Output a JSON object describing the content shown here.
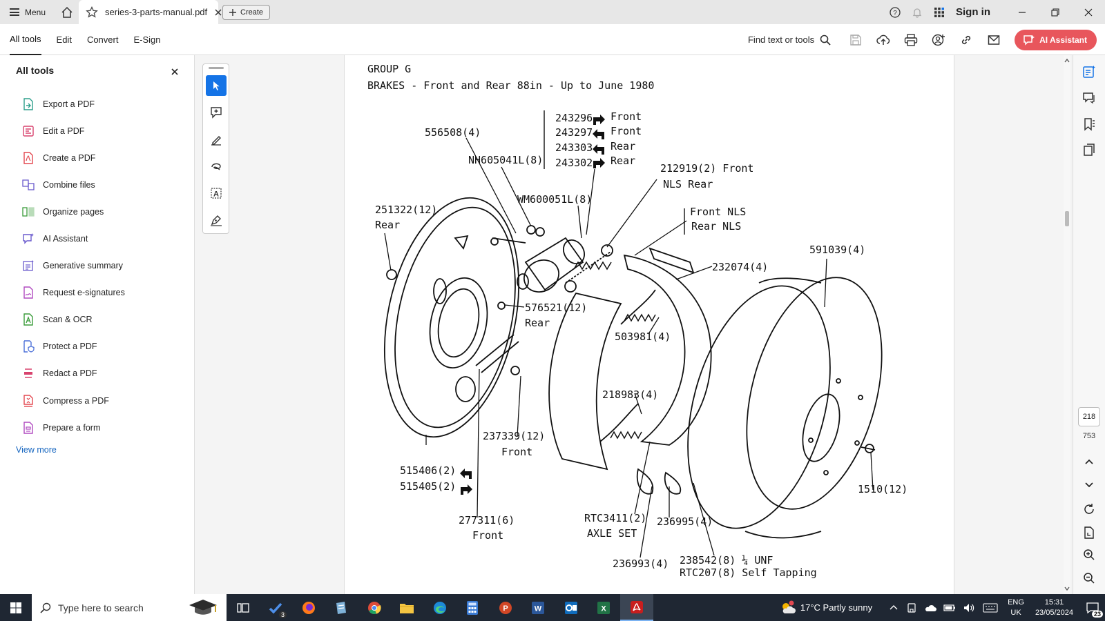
{
  "app": {
    "menu_label": "Menu",
    "tab_name": "series-3-parts-manual.pdf",
    "create_label": "Create",
    "sign_in": "Sign in"
  },
  "toolbar": {
    "tabs": [
      "All tools",
      "Edit",
      "Convert",
      "E-Sign"
    ],
    "active_tab": "All tools",
    "find_label": "Find text or tools",
    "ai_label": "AI Assistant",
    "accent": "#e8565c"
  },
  "sidebar": {
    "title": "All tools",
    "items": [
      {
        "label": "Export a PDF",
        "icon": "export-pdf-icon"
      },
      {
        "label": "Edit a PDF",
        "icon": "edit-pdf-icon"
      },
      {
        "label": "Create a PDF",
        "icon": "create-pdf-icon"
      },
      {
        "label": "Combine files",
        "icon": "combine-files-icon"
      },
      {
        "label": "Organize pages",
        "icon": "organize-pages-icon"
      },
      {
        "label": "AI Assistant",
        "icon": "ai-assistant-icon"
      },
      {
        "label": "Generative summary",
        "icon": "generative-summary-icon"
      },
      {
        "label": "Request e-signatures",
        "icon": "e-signature-icon"
      },
      {
        "label": "Scan & OCR",
        "icon": "scan-ocr-icon"
      },
      {
        "label": "Protect a PDF",
        "icon": "protect-pdf-icon"
      },
      {
        "label": "Redact a PDF",
        "icon": "redact-pdf-icon"
      },
      {
        "label": "Compress a PDF",
        "icon": "compress-pdf-icon"
      },
      {
        "label": "Prepare a form",
        "icon": "prepare-form-icon"
      }
    ],
    "view_more": "View more"
  },
  "document": {
    "group": "GROUP G",
    "title": "BRAKES - Front and Rear 88in - Up to June 1980",
    "labels": {
      "p243296": "243296",
      "p243296_side": "Front",
      "p243297": "243297",
      "p243297_side": "Front",
      "p243303": "243303",
      "p243303_side": "Rear",
      "p243302": "243302",
      "p243302_side": "Rear",
      "p556508": "556508(4)",
      "pNH605041L": "NH605041L(8)",
      "pWM600051L": "WM600051L(8)",
      "p212919": "212919(2) Front",
      "p212919_b": "NLS Rear",
      "pFrontNLS": "Front NLS",
      "pRearNLS": "Rear NLS",
      "p251322": "251322(12)",
      "p251322_b": "Rear",
      "p591039": "591039(4)",
      "p232074": "232074(4)",
      "p576521": "576521(12)",
      "p576521_b": "Rear",
      "p503981": "503981(4)",
      "p218983": "218983(4)",
      "p237339": "237339(12)",
      "p237339_b": "Front",
      "p515406": "515406(2)",
      "p515405": "515405(2)",
      "p277311": "277311(6)",
      "p277311_b": "Front",
      "pRTC3411": "RTC3411(2)",
      "pRTC3411_b": "AXLE SET",
      "p236995": "236995(4)",
      "p236993": "236993(4)",
      "p238542": "238542(8) ¼ UNF",
      "pRTC207": "RTC207(8) Self Tapping",
      "p1510": "1510(12)"
    }
  },
  "page_nav": {
    "current": "218",
    "total": "753"
  },
  "taskbar": {
    "search_placeholder": "Type here to search",
    "weather": "17°C  Partly sunny",
    "lang_1": "ENG",
    "lang_2": "UK",
    "time": "15:31",
    "date": "23/05/2024",
    "notifications": "23",
    "todo_badge": "3"
  }
}
